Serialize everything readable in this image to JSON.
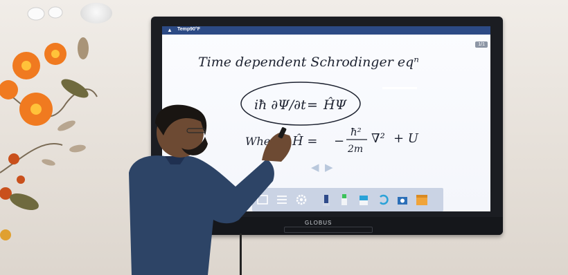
{
  "status_bar": {
    "wifi": "▲",
    "app_title": "Temp90°F"
  },
  "whiteboard": {
    "page_indicator": "1/1",
    "heading": "Time dependent Schrodinger eqⁿ",
    "equation_left": "iħ ∂Ψ/∂t",
    "equation_eq": "=",
    "equation_right": "ĤΨ",
    "where_word": "Where",
    "hamiltonian": "Ĥ =",
    "kinetic_num": "ħ²",
    "kinetic_den": "2m",
    "kinetic_minus": "−",
    "kinetic_nabla": "∇²",
    "potential": "+ U"
  },
  "display": {
    "brand": "GLOBUS"
  },
  "toolbar": {
    "icons": [
      "grid-icon",
      "menu-icon",
      "gear-icon",
      "pen-icon",
      "marker-icon",
      "eraser-icon",
      "undo-icon",
      "camera-icon",
      "box-icon"
    ]
  },
  "colors": {
    "statusbar": "#2c4a85",
    "ink": "#1d2230",
    "toolbar": "#c4cee0",
    "shirt": "#2d4466"
  }
}
